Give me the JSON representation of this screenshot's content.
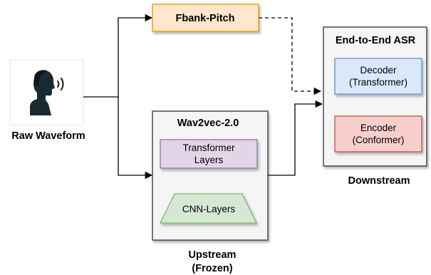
{
  "input": {
    "label": "Raw Waveform",
    "icon": "speaking-person-icon"
  },
  "fbank": {
    "label": "Fbank-Pitch"
  },
  "upstream": {
    "title": "Wav2vec-2.0",
    "transformer_line1": "Transformer",
    "transformer_line2": "Layers",
    "cnn": "CNN-Layers",
    "caption_line1": "Upstream",
    "caption_line2": "(Frozen)"
  },
  "downstream": {
    "title": "End-to-End ASR",
    "decoder_line1": "Decoder",
    "decoder_line2": "(Transformer)",
    "encoder_line1": "Encoder",
    "encoder_line2": "(Conformer)",
    "caption": "Downstream"
  },
  "colors": {
    "fbank_fill": "#ffe6cc",
    "fbank_stroke": "#d79b00",
    "transformer_fill": "#e1d5e7",
    "transformer_stroke": "#9673a6",
    "cnn_fill": "#d5e8d4",
    "cnn_stroke": "#82b366",
    "decoder_fill": "#dae8fc",
    "decoder_stroke": "#6c8ebf",
    "encoder_fill": "#f8cecc",
    "encoder_stroke": "#b85450",
    "container_fill": "#f5f5f5",
    "container_stroke": "#333333",
    "icon_fill": "#1a2a33"
  }
}
